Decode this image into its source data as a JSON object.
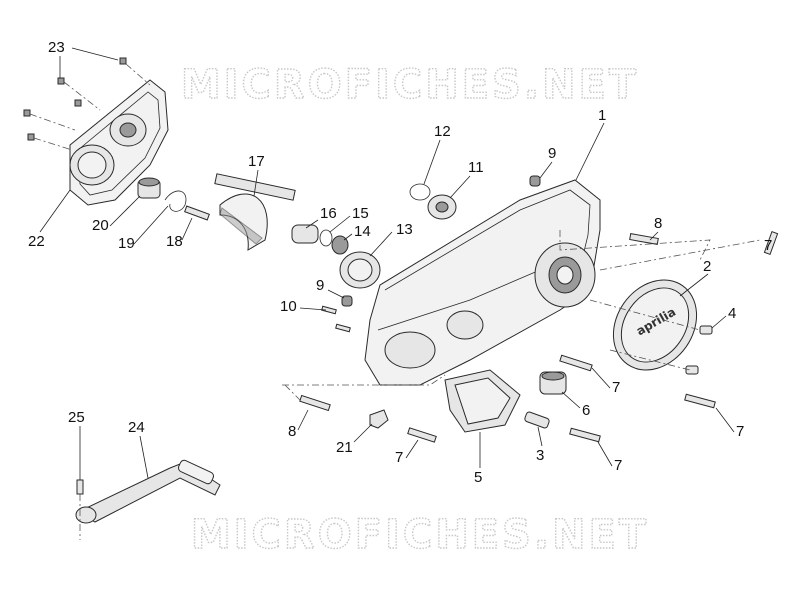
{
  "watermark_top": "MICROFICHES.NET",
  "watermark_bottom": "MICROFICHES.NET",
  "cover_logo": "aprilia",
  "callouts": [
    "1",
    "2",
    "3",
    "4",
    "5",
    "6",
    "7",
    "7",
    "7",
    "7",
    "7",
    "8",
    "8",
    "9",
    "9",
    "10",
    "11",
    "12",
    "13",
    "14",
    "15",
    "16",
    "17",
    "18",
    "19",
    "20",
    "21",
    "22",
    "23",
    "24",
    "25"
  ]
}
